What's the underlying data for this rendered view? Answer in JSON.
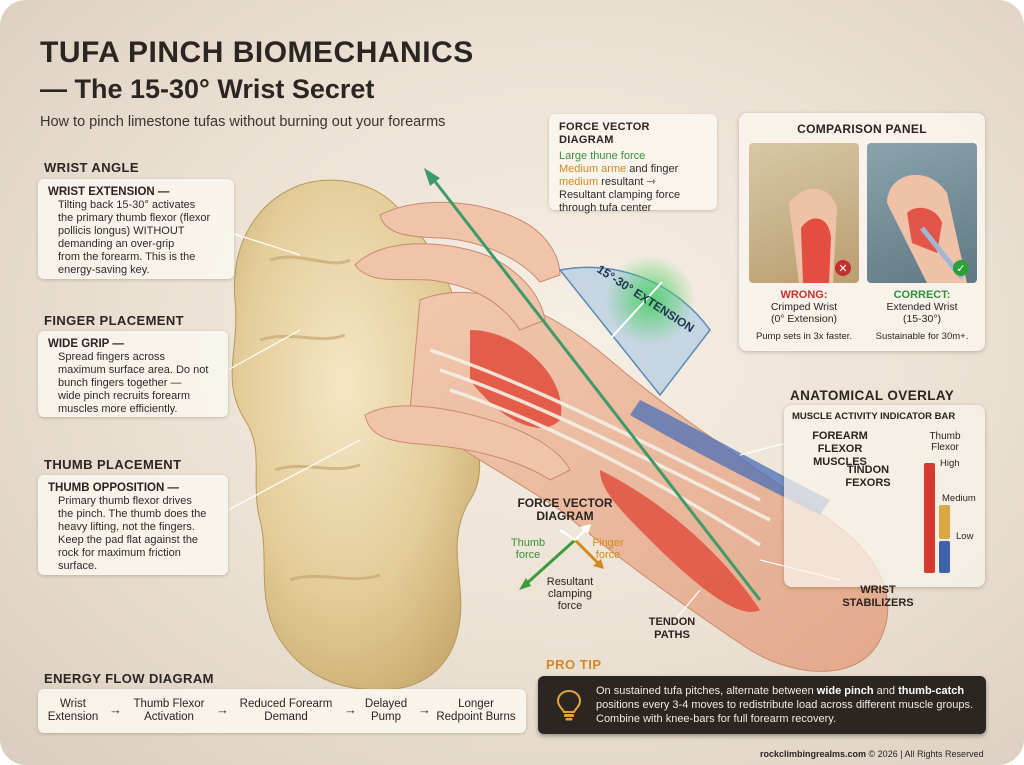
{
  "title": {
    "line1": "TUFA PINCH BIOMECHANICS",
    "line2": "— The 15-30° Wrist Secret",
    "subtitle": "How to pinch limestone tufas without burning out your forearms"
  },
  "sections": {
    "wrist": {
      "heading": "WRIST ANGLE",
      "card_head": "WRIST EXTENSION —",
      "card_lines": [
        "Tilting back 15-30° activates",
        "the primary thumb flexor (flexor",
        "pollicis longus) WITHOUT",
        "demanding an over-grip",
        "from the forearm. This is the",
        "energy-saving key."
      ]
    },
    "finger": {
      "heading": "FINGER PLACEMENT",
      "card_head": "WIDE GRIP —",
      "card_lines": [
        "Spread fingers across",
        "maximum surface area. Do not",
        "bunch fingers together —",
        "wide pinch recruits forearm",
        "muscles more efficiently."
      ]
    },
    "thumb": {
      "heading": "THUMB PLACEMENT",
      "card_head": "THUMB OPPOSITION —",
      "card_lines": [
        "Primary thumb flexor drives",
        "the pinch. The thumb does the",
        "heavy lifting, not the fingers.",
        "Keep the pad flat against the",
        "rock for maximum friction",
        "surface."
      ]
    }
  },
  "force_vector_top": {
    "heading": "FORCE VECTOR DIAGRAM",
    "line1": "Large thune force",
    "line2_colored": "Medium arme",
    "line2_rest": " and finger",
    "line3_colored": "medium",
    "line3_rest": " resultant",
    "line4": "Resultant clamping force",
    "line5": "through tufa center"
  },
  "protractor_label": "15°-30° EXTENSION",
  "comparison": {
    "heading": "COMPARISON PANEL",
    "wrong": {
      "label": "WRONG:",
      "line1": "Crimped Wrist",
      "line2": "(0° Extension)",
      "note": "Pump sets in 3x faster."
    },
    "correct": {
      "label": "CORRECT:",
      "line1": "Extended Wrist",
      "line2": "(15-30°)",
      "note": "Sustainable for 30m+."
    }
  },
  "anatomy": {
    "heading": "ANATOMICAL OVERLAY",
    "bar_title": "MUSCLE ACTIVITY INDICATOR BAR",
    "bar_legend_line1": "Thumb",
    "bar_legend_line2": "Flexor",
    "levels": {
      "high": "High",
      "medium": "Medium",
      "low": "Low"
    },
    "labels": {
      "forearm_flexor_l1": "FOREARM FLEXOR",
      "forearm_flexor_l2": "MUSCLES",
      "tindon_l1": "TINDON",
      "tindon_l2": "FEXORS",
      "wrist_stab_l1": "WRIST",
      "wrist_stab_l2": "STABILIZERS",
      "tendon_paths_l1": "TENDON",
      "tendon_paths_l2": "PATHS"
    },
    "colors": {
      "high": "#d63a2f",
      "medium": "#d9a845",
      "low": "#3f63a8"
    }
  },
  "force_vector_mid": {
    "heading_l1": "FORCE VECTOR",
    "heading_l2": "DIAGRAM",
    "thumb_l1": "Thumb",
    "thumb_l2": "force",
    "finger_l1": "Finger",
    "finger_l2": "force",
    "result_l1": "Resultant",
    "result_l2": "clamping",
    "result_l3": "force"
  },
  "energy_flow": {
    "heading": "ENERGY FLOW DIAGRAM",
    "steps": [
      {
        "l1": "Wrist",
        "l2": "Extension"
      },
      {
        "l1": "Thumb Flexor",
        "l2": "Activation"
      },
      {
        "l1": "Reduced Forearm",
        "l2": "Demand"
      },
      {
        "l1": "Delayed",
        "l2": "Pump"
      },
      {
        "l1": "Longer",
        "l2": "Redpoint Burns"
      }
    ]
  },
  "pro_tip": {
    "heading": "PRO TIP",
    "t1": "On sustained tufa pitches, alternate between ",
    "b1": "wide pinch",
    "t2": " and ",
    "b2": "thumb-catch",
    "t3": " positions every 3-4 moves to redistribute load across different muscle groups. Combine with knee-bars for full forearm recovery."
  },
  "footer": {
    "site": "rockclimbingrealms.com",
    "rest": " © 2026 | All Rights Reserved"
  }
}
